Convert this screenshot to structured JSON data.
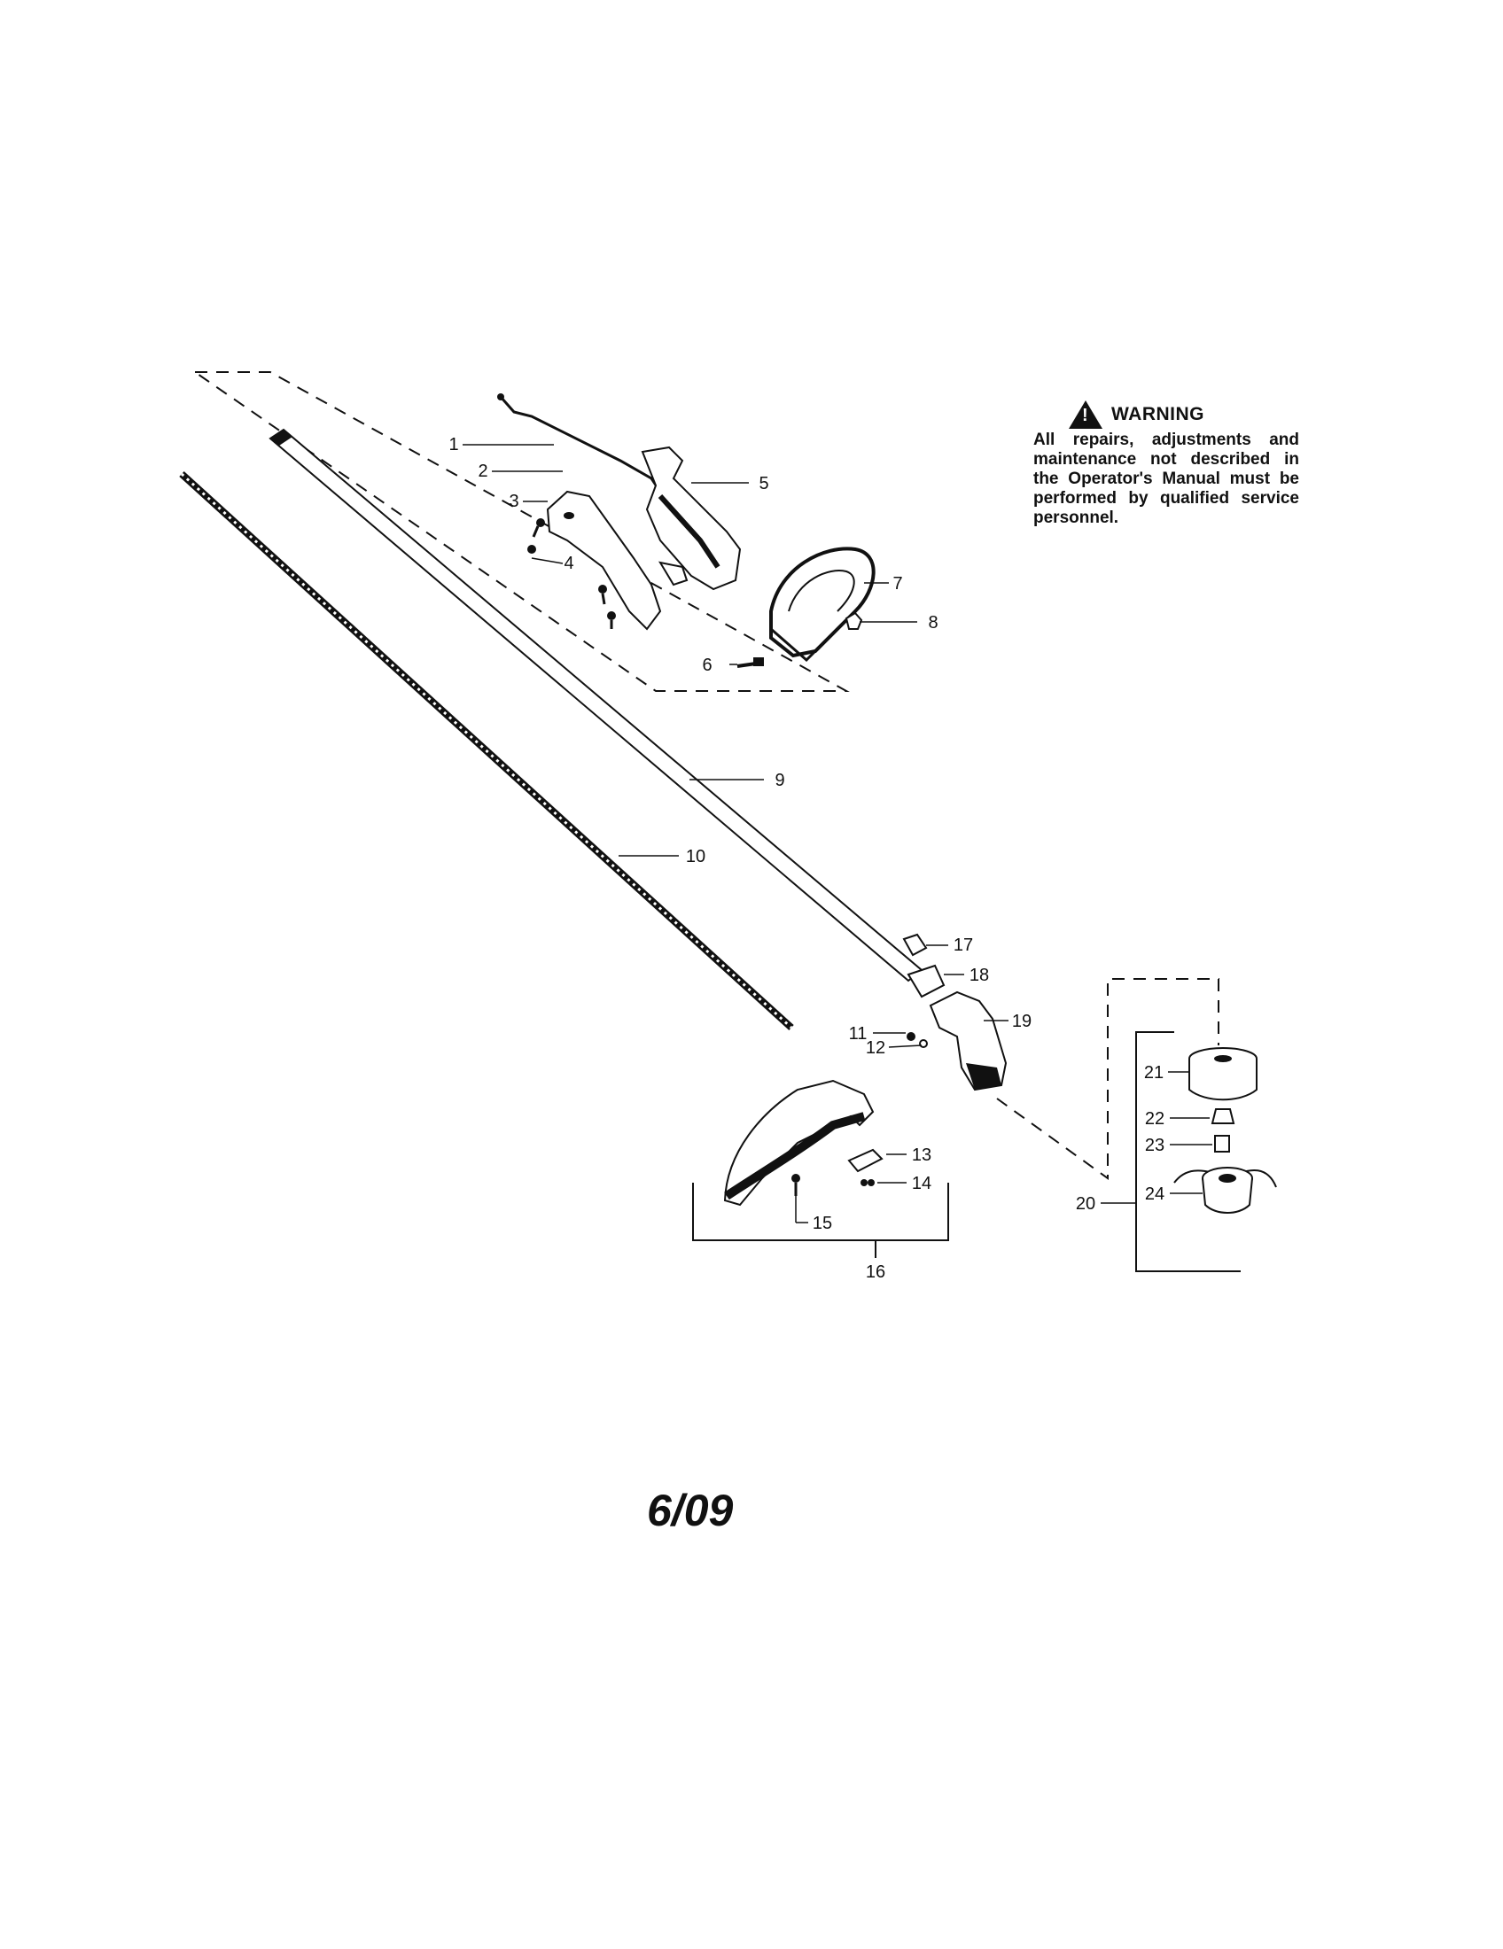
{
  "warning": {
    "title": "WARNING",
    "icon": "warning-triangle-icon",
    "text": "All repairs, adjustments and maintenance not described in the Operator's Manual must be performed by qualified service personnel."
  },
  "date_code": "6/09",
  "callouts": [
    "1",
    "2",
    "3",
    "4",
    "5",
    "6",
    "7",
    "8",
    "9",
    "10",
    "11",
    "12",
    "13",
    "14",
    "15",
    "16",
    "17",
    "18",
    "19",
    "20",
    "21",
    "22",
    "23",
    "24"
  ]
}
